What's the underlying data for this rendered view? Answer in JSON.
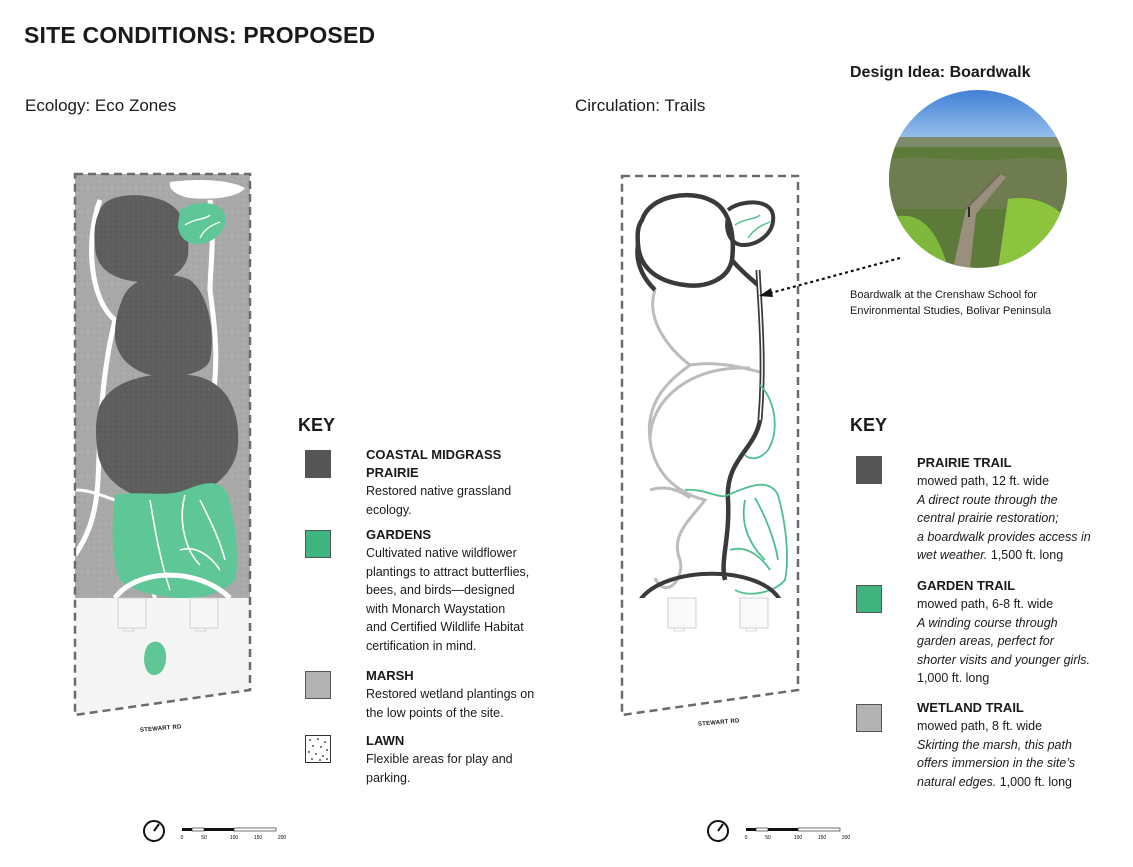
{
  "page": {
    "title": "SITE CONDITIONS: PROPOSED"
  },
  "left": {
    "heading": "Ecology: Eco Zones",
    "road_label": "STEWART RD",
    "key_title": "KEY",
    "key_items": [
      {
        "title_lines": [
          "COASTAL MIDGRASS",
          "PRAIRIE"
        ],
        "desc_lines": [
          "Restored native grassland",
          "ecology."
        ],
        "swatch": "prairie"
      },
      {
        "title_lines": [
          "GARDENS"
        ],
        "desc_lines": [
          "Cultivated native wildflower",
          "plantings to attract butterflies,",
          "bees, and birds—designed",
          "with Monarch Waystation",
          "and Certified Wildlife Habitat",
          "certification in mind."
        ],
        "swatch": "garden"
      },
      {
        "title_lines": [
          "MARSH"
        ],
        "desc_lines": [
          "Restored wetland plantings on",
          "the low points of the site."
        ],
        "swatch": "marsh"
      },
      {
        "title_lines": [
          "LAWN"
        ],
        "desc_lines": [
          "Flexible areas for play and",
          "parking."
        ],
        "swatch": "lawn"
      }
    ],
    "scale_ticks": [
      "0",
      "50",
      "100",
      "150",
      "200"
    ]
  },
  "right": {
    "heading": "Circulation: Trails",
    "road_label": "STEWART RD",
    "key_title": "KEY",
    "key_items": [
      {
        "title": "PRAIRIE TRAIL",
        "spec": "mowed path, 12 ft. wide",
        "italic_lines": [
          "A direct route through the",
          "central prairie restoration;",
          "a boardwalk provides access in"
        ],
        "mixed_italic": "wet weather.",
        "mixed_plain": " 1,500 ft. long",
        "swatch": "prairie"
      },
      {
        "title": "GARDEN TRAIL",
        "spec": "mowed path, 6-8 ft. wide",
        "italic_lines": [
          "A winding course through",
          "garden areas, perfect for",
          "shorter visits and younger girls."
        ],
        "plain_line": "1,000 ft. long",
        "swatch": "garden"
      },
      {
        "title": "WETLAND TRAIL",
        "spec": "mowed path, 8 ft. wide",
        "italic_lines": [
          "Skirting the marsh, this path",
          "offers immersion in the site’s"
        ],
        "mixed_italic": "natural edges.",
        "mixed_plain": " 1,000 ft. long",
        "swatch": "marsh"
      }
    ],
    "scale_ticks": [
      "0",
      "50",
      "100",
      "150",
      "200"
    ]
  },
  "design_idea": {
    "title": "Design Idea: Boardwalk",
    "caption_lines": [
      "Boardwalk at the Crenshaw School for",
      "Environmental Studies, Bolivar Peninsula"
    ]
  },
  "colors": {
    "prairie": "#5a5a5a",
    "marsh": "#b8b8b8",
    "garden": "#4fbf8c",
    "site_bg": "#a9a9a9",
    "lawn": "#f4f4f4"
  }
}
